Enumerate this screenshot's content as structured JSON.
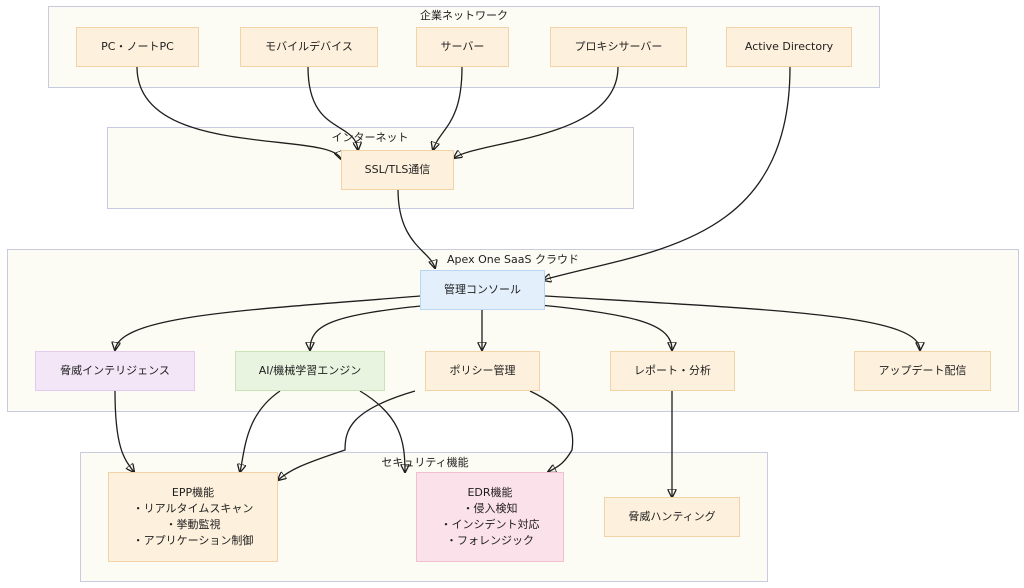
{
  "groups": {
    "corporate": "企業ネットワーク",
    "internet": "インターネット",
    "cloud": "Apex One SaaS クラウド",
    "security": "セキュリティ機能"
  },
  "nodes": {
    "pc": "PC・ノートPC",
    "mobile": "モバイルデバイス",
    "server": "サーバー",
    "proxy": "プロキシサーバー",
    "ad": "Active Directory",
    "ssl": "SSL/TLS通信",
    "console": "管理コンソール",
    "threat_intel": "脅威インテリジェンス",
    "ai": "AI/機械学習エンジン",
    "policy": "ポリシー管理",
    "report": "レポート・分析",
    "update": "アップデート配信",
    "epp": {
      "title": "EPP機能",
      "items": [
        "・リアルタイムスキャン",
        "・挙動監視",
        "・アプリケーション制御"
      ]
    },
    "edr": {
      "title": "EDR機能",
      "items": [
        "・侵入検知",
        "・インシデント対応",
        "・フォレンジック"
      ]
    },
    "hunting": "脅威ハンティング"
  },
  "colors": {
    "node_default": "#fdf1dd",
    "threat_intel": "#f3e6f7",
    "ai": "#e8f4df",
    "console": "#e3f0fc",
    "edr": "#fbe1ea"
  }
}
